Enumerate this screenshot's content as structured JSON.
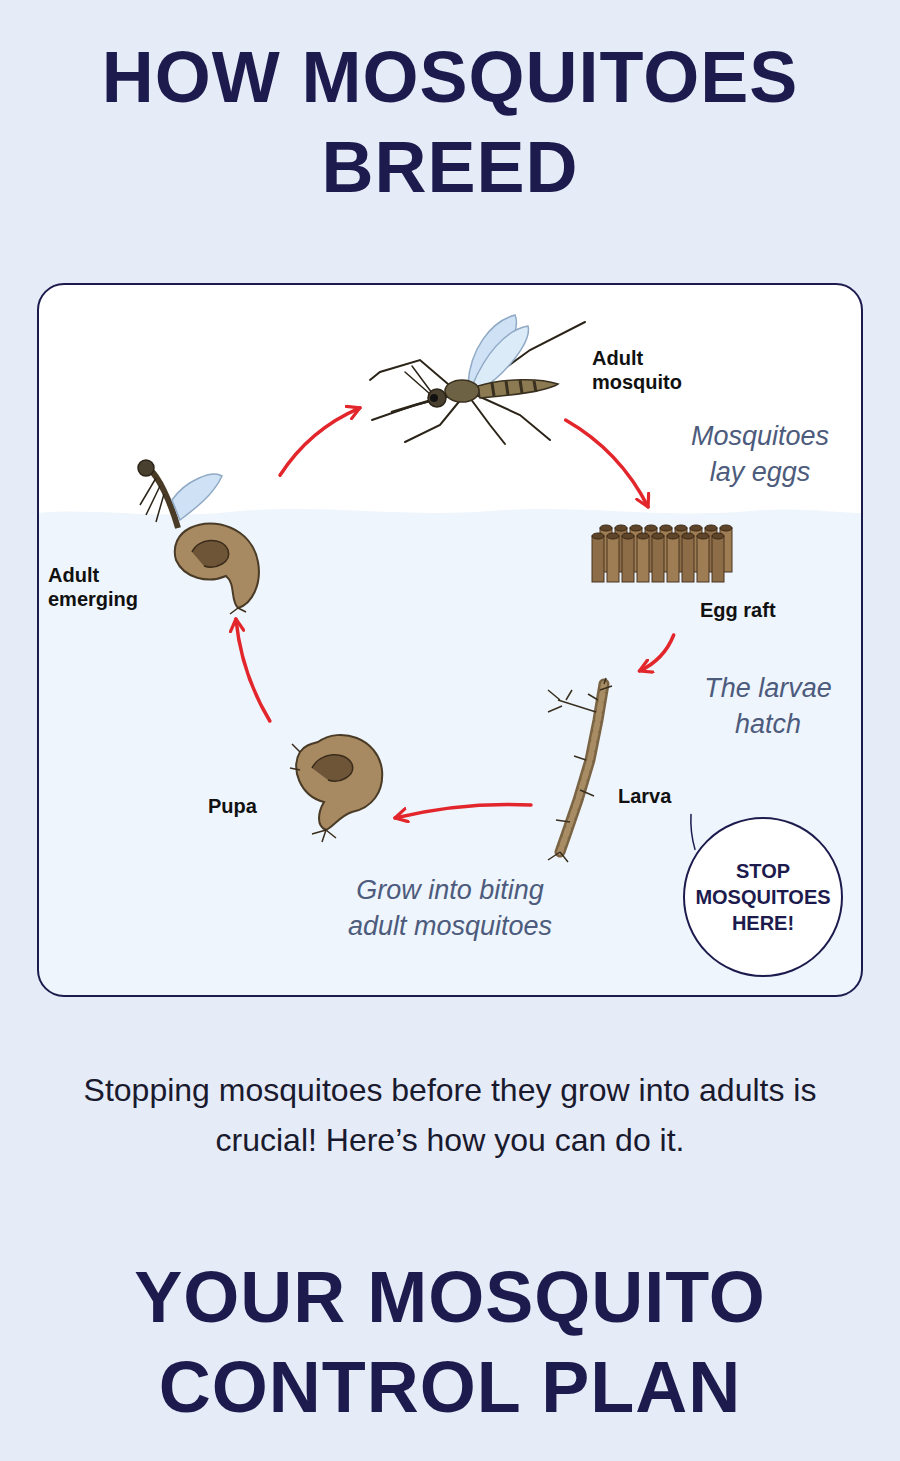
{
  "diagram": {
    "title": "HOW MOSQUITOES BREED",
    "caption": "Stopping mosquitoes before they grow into adults is crucial! Here’s how you can do it.",
    "nodes": [
      {
        "text": [
          "Adult mosquito"
        ]
      },
      {
        "text": [
          "Egg raft"
        ]
      },
      {
        "text": [
          "Larva"
        ]
      },
      {
        "text": [
          "Pupa"
        ]
      },
      {
        "text": [
          "Adult emerging"
        ]
      },
      {
        "text": [
          "STOP MOSQUITOES HERE!"
        ]
      }
    ],
    "edges": [
      {
        "from": 0,
        "to": 1,
        "arrow": "to",
        "label": "Mosquitoes lay eggs"
      },
      {
        "from": 1,
        "to": 2,
        "arrow": "to",
        "label": "The larvae hatch"
      },
      {
        "from": 2,
        "to": 3,
        "arrow": "to",
        "label": "Grow into biting adult mosquitoes"
      },
      {
        "from": 3,
        "to": 4,
        "arrow": "to"
      },
      {
        "from": 4,
        "to": 0,
        "arrow": "to"
      },
      {
        "from": 5,
        "to": 2,
        "arrow": "none"
      }
    ],
    "labels": [
      "YOUR MOSQUITO CONTROL PLAN"
    ]
  }
}
